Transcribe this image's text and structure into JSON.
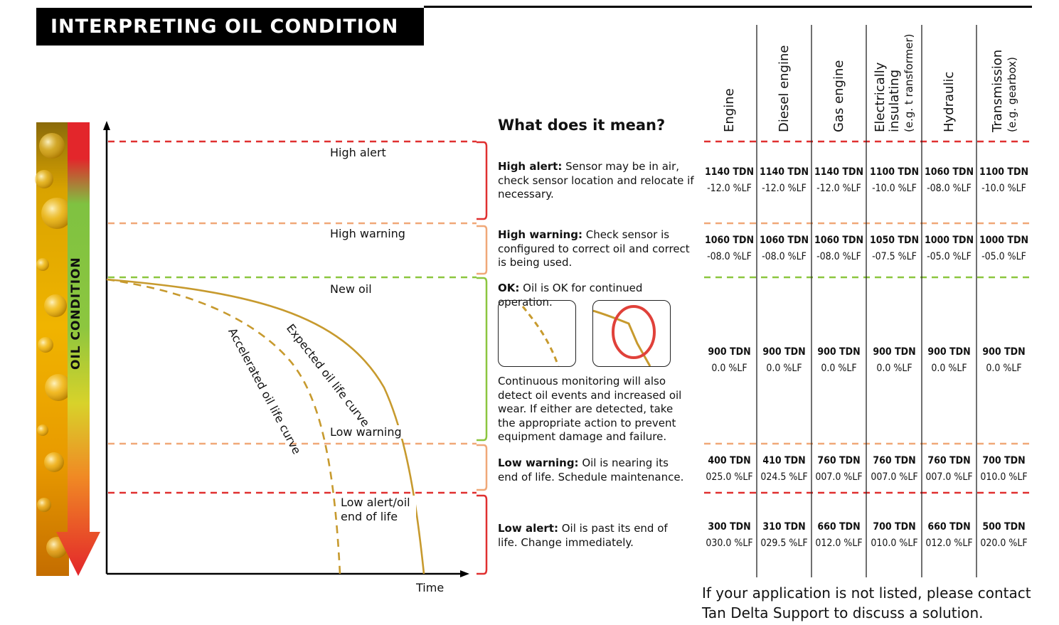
{
  "title": "INTERPRETING OIL CONDITION",
  "axis": {
    "y_label": "OIL CONDITION",
    "x_label": "Time"
  },
  "zones": {
    "high_alert": "High alert",
    "high_warning": "High warning",
    "new_oil": "New oil",
    "low_warning": "Low warning",
    "low_alert": "Low alert/oil end of life"
  },
  "curves": {
    "expected": "Expected oil life curve",
    "accelerated": "Accelerated oil life curve"
  },
  "meaning": {
    "heading": "What does it mean?",
    "high_alert": {
      "lead": "High alert:",
      "text": " Sensor may be in air, check sensor location and relocate if necessary."
    },
    "high_warning": {
      "lead": "High warning:",
      "text": " Check sensor is configured to correct oil and correct is being used."
    },
    "ok": {
      "lead": "OK:",
      "text": " Oil is OK for continued operation."
    },
    "monitoring": "Continuous monitoring will also detect oil events and increased oil wear. If either are detected, take the appropriate action to prevent equipment damage and failure.",
    "low_warning": {
      "lead": "Low warning:",
      "text": " Oil is nearing its end of life. Schedule maintenance."
    },
    "low_alert": {
      "lead": "Low alert:",
      "text": " Oil is past its end of life. Change immediately."
    }
  },
  "icons": [
    "accelerated-curve-icon",
    "oil-event-icon"
  ],
  "colors": {
    "alert": "#e03030",
    "warning": "#f0a878",
    "ok": "#8cc63f",
    "curve": "#c79a2e",
    "icon_circle": "#e0413a"
  },
  "table": {
    "columns": [
      {
        "name": "Engine",
        "sub": ""
      },
      {
        "name": "Diesel engine",
        "sub": ""
      },
      {
        "name": "Gas engine",
        "sub": ""
      },
      {
        "name": "Electrically insulating",
        "sub": "(e.g. t ransformer)"
      },
      {
        "name": "Hydraulic",
        "sub": ""
      },
      {
        "name": "Transmission",
        "sub": "(e.g. gearbox)"
      }
    ],
    "rows": [
      {
        "zone": "High alert",
        "cells": [
          {
            "tdn": "1140 TDN",
            "lf": "-12.0 %LF"
          },
          {
            "tdn": "1140 TDN",
            "lf": "-12.0 %LF"
          },
          {
            "tdn": "1140 TDN",
            "lf": "-12.0 %LF"
          },
          {
            "tdn": "1100 TDN",
            "lf": "-10.0 %LF"
          },
          {
            "tdn": "1060 TDN",
            "lf": "-08.0 %LF"
          },
          {
            "tdn": "1100 TDN",
            "lf": "-10.0 %LF"
          }
        ]
      },
      {
        "zone": "High warning",
        "cells": [
          {
            "tdn": "1060 TDN",
            "lf": "-08.0 %LF"
          },
          {
            "tdn": "1060 TDN",
            "lf": "-08.0 %LF"
          },
          {
            "tdn": "1060 TDN",
            "lf": "-08.0 %LF"
          },
          {
            "tdn": "1050 TDN",
            "lf": "-07.5 %LF"
          },
          {
            "tdn": "1000 TDN",
            "lf": "-05.0 %LF"
          },
          {
            "tdn": "1000 TDN",
            "lf": "-05.0 %LF"
          }
        ]
      },
      {
        "zone": "New oil",
        "cells": [
          {
            "tdn": "900 TDN",
            "lf": "0.0 %LF"
          },
          {
            "tdn": "900 TDN",
            "lf": "0.0 %LF"
          },
          {
            "tdn": "900 TDN",
            "lf": "0.0 %LF"
          },
          {
            "tdn": "900 TDN",
            "lf": "0.0 %LF"
          },
          {
            "tdn": "900 TDN",
            "lf": "0.0 %LF"
          },
          {
            "tdn": "900 TDN",
            "lf": "0.0 %LF"
          }
        ]
      },
      {
        "zone": "Low warning",
        "cells": [
          {
            "tdn": "400 TDN",
            "lf": "025.0 %LF"
          },
          {
            "tdn": "410 TDN",
            "lf": "024.5 %LF"
          },
          {
            "tdn": "760 TDN",
            "lf": "007.0 %LF"
          },
          {
            "tdn": "760 TDN",
            "lf": "007.0 %LF"
          },
          {
            "tdn": "760 TDN",
            "lf": "007.0 %LF"
          },
          {
            "tdn": "700 TDN",
            "lf": "010.0 %LF"
          }
        ]
      },
      {
        "zone": "Low alert",
        "cells": [
          {
            "tdn": "300 TDN",
            "lf": "030.0 %LF"
          },
          {
            "tdn": "310 TDN",
            "lf": "029.5 %LF"
          },
          {
            "tdn": "660 TDN",
            "lf": "012.0 %LF"
          },
          {
            "tdn": "700 TDN",
            "lf": "010.0 %LF"
          },
          {
            "tdn": "660 TDN",
            "lf": "012.0 %LF"
          },
          {
            "tdn": "500 TDN",
            "lf": "020.0 %LF"
          }
        ]
      }
    ]
  },
  "footer": "If your application is not listed, please contact Tan Delta Support to discuss a solution."
}
